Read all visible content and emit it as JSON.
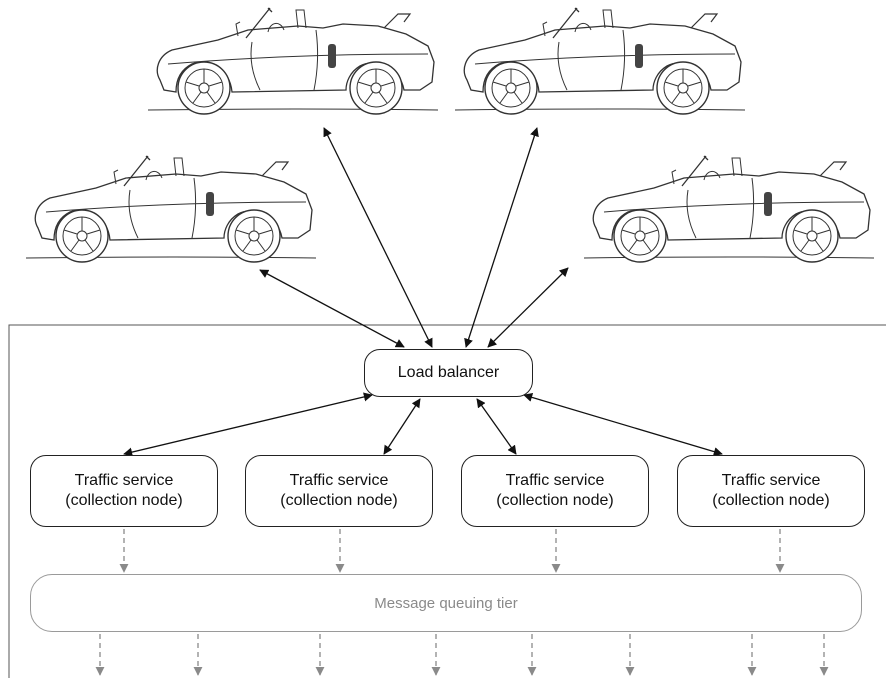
{
  "load_balancer": {
    "label": "Load balancer"
  },
  "services": [
    {
      "title": "Traffic service",
      "subtitle": "(collection node)"
    },
    {
      "title": "Traffic service",
      "subtitle": "(collection node)"
    },
    {
      "title": "Traffic service",
      "subtitle": "(collection node)"
    },
    {
      "title": "Traffic service",
      "subtitle": "(collection node)"
    }
  ],
  "queue": {
    "label": "Message queuing tier"
  },
  "clients": [
    {
      "icon": "car-icon"
    },
    {
      "icon": "car-icon"
    },
    {
      "icon": "car-icon"
    },
    {
      "icon": "car-icon"
    }
  ]
}
